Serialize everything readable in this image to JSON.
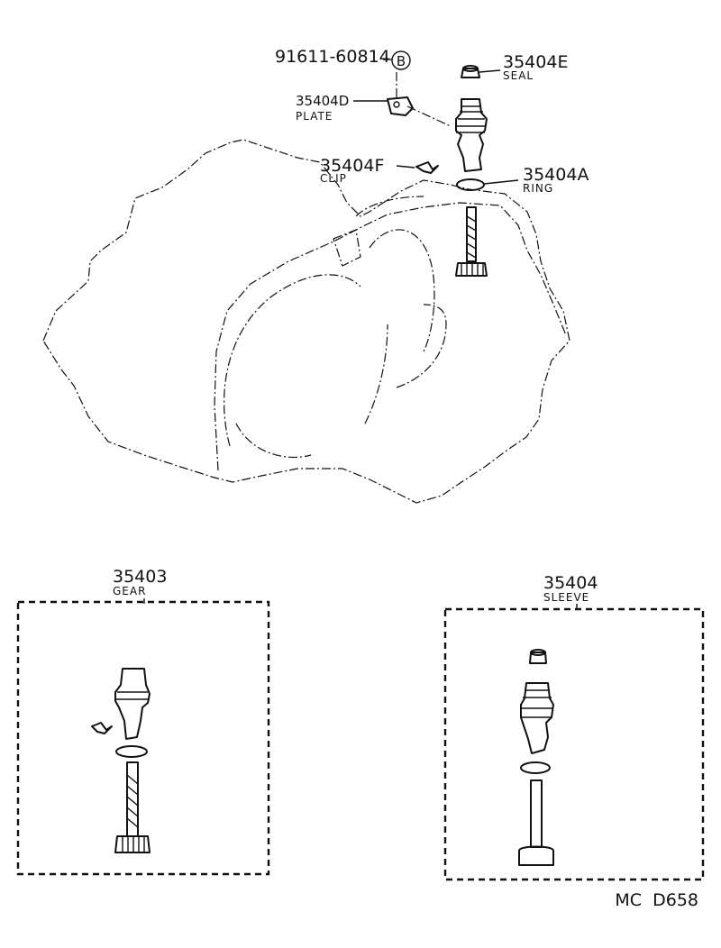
{
  "callouts": {
    "bolt": {
      "number": "91611-60814",
      "badge": "B"
    },
    "plate": {
      "number": "35404D",
      "name": "PLATE"
    },
    "seal": {
      "number": "35404E",
      "name": "SEAL"
    },
    "clip": {
      "number": "35404F",
      "name": "CLIP"
    },
    "ring": {
      "number": "35404A",
      "name": "RING"
    },
    "gear_kit": {
      "number": "35403",
      "name": "GEAR"
    },
    "sleeve_kit": {
      "number": "35404",
      "name": "SLEEVE"
    }
  },
  "diagram_code": "MC  D658"
}
